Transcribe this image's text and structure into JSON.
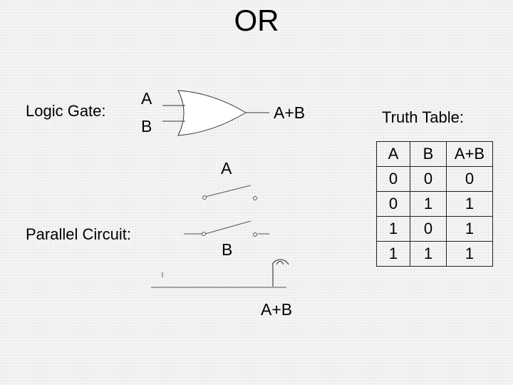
{
  "title": "OR",
  "logic_gate": {
    "label": "Logic Gate:",
    "input_a": "A",
    "input_b": "B",
    "output": "A+B"
  },
  "parallel_circuit": {
    "label": "Parallel Circuit:",
    "switch_a": "A",
    "switch_b": "B",
    "output": "A+B"
  },
  "truth_table": {
    "label": "Truth Table:",
    "headers": [
      "A",
      "B",
      "A+B"
    ],
    "rows": [
      [
        "0",
        "0",
        "0"
      ],
      [
        "0",
        "1",
        "1"
      ],
      [
        "1",
        "0",
        "1"
      ],
      [
        "1",
        "1",
        "1"
      ]
    ]
  },
  "colors": {
    "background": "#f4f4f4",
    "gate_fill": "#ffffff",
    "wire": "#333333"
  }
}
